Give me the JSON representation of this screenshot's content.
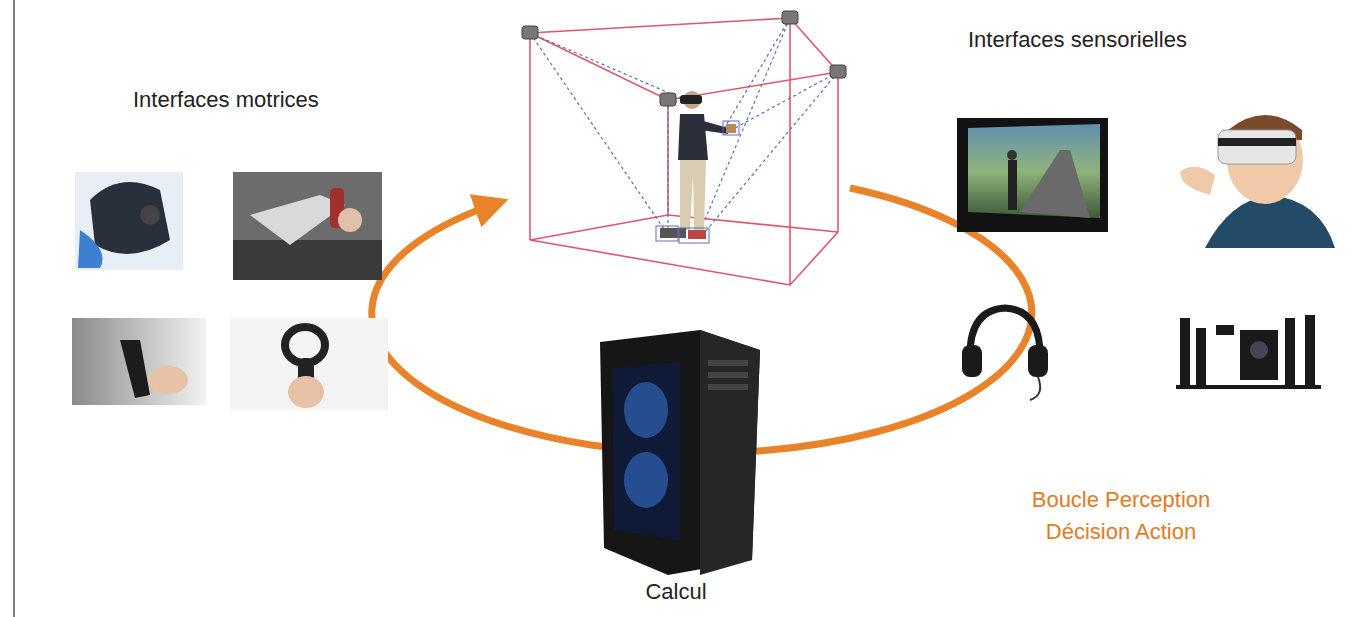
{
  "diagram": {
    "labels": [
      "Interfaces motrices",
      "Interfaces sensorielles",
      "Calcul",
      "Boucle Perception Décision Action"
    ]
  }
}
